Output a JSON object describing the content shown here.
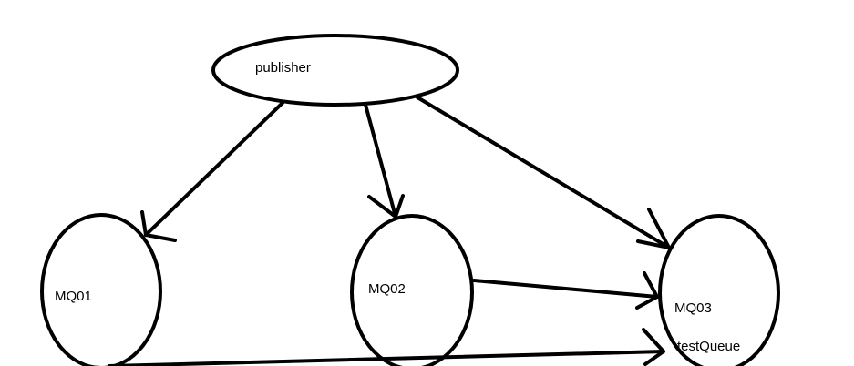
{
  "diagram": {
    "nodes": {
      "publisher": {
        "label": "publisher"
      },
      "mq01": {
        "label": "MQ01"
      },
      "mq02": {
        "label": "MQ02"
      },
      "mq03": {
        "label": "MQ03",
        "sublabel": "testQueue"
      }
    },
    "edges": [
      {
        "from": "publisher",
        "to": "MQ01"
      },
      {
        "from": "publisher",
        "to": "MQ02"
      },
      {
        "from": "publisher",
        "to": "MQ03"
      },
      {
        "from": "MQ02",
        "to": "MQ03"
      },
      {
        "from": "MQ01",
        "to": "MQ03"
      }
    ],
    "colors": {
      "stroke": "#000000",
      "background": "#ffffff"
    }
  }
}
